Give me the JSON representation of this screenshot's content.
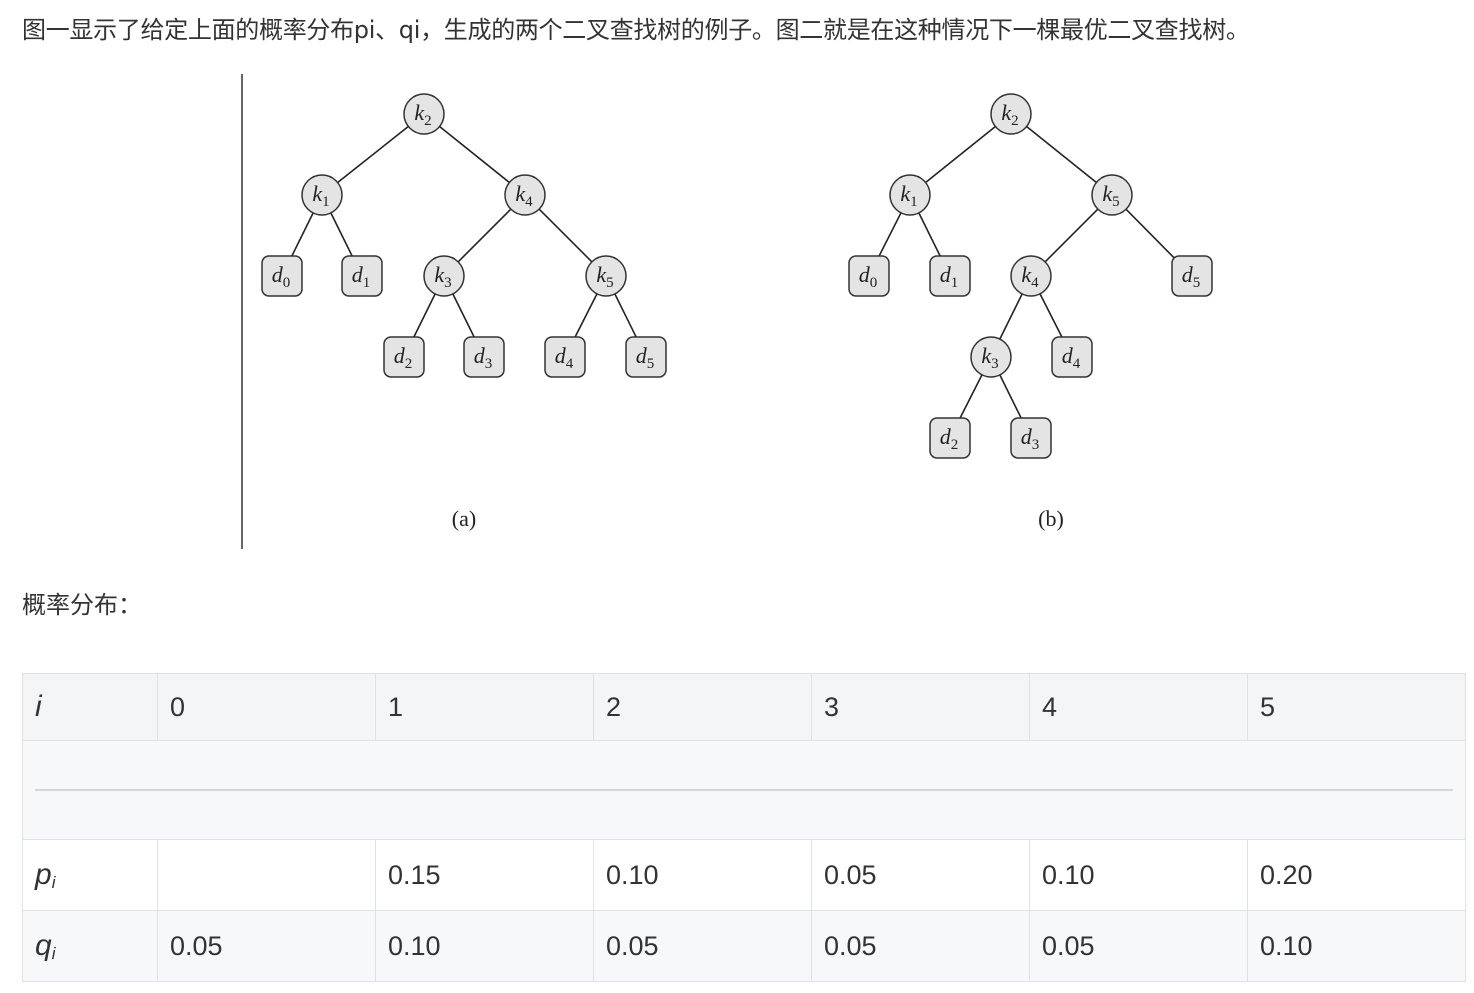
{
  "intro_text": "图一显示了给定上面的概率分布pi、qi，生成的两个二叉查找树的例子。图二就是在这种情况下一棵最优二叉查找树。",
  "figure": {
    "captions": [
      "(a)",
      "(b)"
    ],
    "tree_a": {
      "nodes": [
        {
          "id": "k2",
          "type": "key",
          "base": "k",
          "sub": "2"
        },
        {
          "id": "k1",
          "type": "key",
          "base": "k",
          "sub": "1"
        },
        {
          "id": "k4",
          "type": "key",
          "base": "k",
          "sub": "4"
        },
        {
          "id": "d0",
          "type": "dummy",
          "base": "d",
          "sub": "0"
        },
        {
          "id": "d1",
          "type": "dummy",
          "base": "d",
          "sub": "1"
        },
        {
          "id": "k3",
          "type": "key",
          "base": "k",
          "sub": "3"
        },
        {
          "id": "k5",
          "type": "key",
          "base": "k",
          "sub": "5"
        },
        {
          "id": "d2",
          "type": "dummy",
          "base": "d",
          "sub": "2"
        },
        {
          "id": "d3",
          "type": "dummy",
          "base": "d",
          "sub": "3"
        },
        {
          "id": "d4",
          "type": "dummy",
          "base": "d",
          "sub": "4"
        },
        {
          "id": "d5",
          "type": "dummy",
          "base": "d",
          "sub": "5"
        }
      ],
      "edges": [
        [
          "k2",
          "k1"
        ],
        [
          "k2",
          "k4"
        ],
        [
          "k1",
          "d0"
        ],
        [
          "k1",
          "d1"
        ],
        [
          "k4",
          "k3"
        ],
        [
          "k4",
          "k5"
        ],
        [
          "k3",
          "d2"
        ],
        [
          "k3",
          "d3"
        ],
        [
          "k5",
          "d4"
        ],
        [
          "k5",
          "d5"
        ]
      ]
    },
    "tree_b": {
      "nodes": [
        {
          "id": "k2",
          "type": "key",
          "base": "k",
          "sub": "2"
        },
        {
          "id": "k1",
          "type": "key",
          "base": "k",
          "sub": "1"
        },
        {
          "id": "k5",
          "type": "key",
          "base": "k",
          "sub": "5"
        },
        {
          "id": "d0",
          "type": "dummy",
          "base": "d",
          "sub": "0"
        },
        {
          "id": "d1",
          "type": "dummy",
          "base": "d",
          "sub": "1"
        },
        {
          "id": "k4",
          "type": "key",
          "base": "k",
          "sub": "4"
        },
        {
          "id": "d5",
          "type": "dummy",
          "base": "d",
          "sub": "5"
        },
        {
          "id": "k3",
          "type": "key",
          "base": "k",
          "sub": "3"
        },
        {
          "id": "d4",
          "type": "dummy",
          "base": "d",
          "sub": "4"
        },
        {
          "id": "d2",
          "type": "dummy",
          "base": "d",
          "sub": "2"
        },
        {
          "id": "d3",
          "type": "dummy",
          "base": "d",
          "sub": "3"
        }
      ],
      "edges": [
        [
          "k2",
          "k1"
        ],
        [
          "k2",
          "k5"
        ],
        [
          "k1",
          "d0"
        ],
        [
          "k1",
          "d1"
        ],
        [
          "k5",
          "k4"
        ],
        [
          "k5",
          "d5"
        ],
        [
          "k4",
          "k3"
        ],
        [
          "k4",
          "d4"
        ],
        [
          "k3",
          "d2"
        ],
        [
          "k3",
          "d3"
        ]
      ]
    }
  },
  "section_label": "概率分布：",
  "table": {
    "header": {
      "label_base": "i",
      "cols": [
        "0",
        "1",
        "2",
        "3",
        "4",
        "5"
      ]
    },
    "p_row": {
      "label_base": "p",
      "label_sub": "i",
      "cells": [
        "",
        "0.15",
        "0.10",
        "0.05",
        "0.10",
        "0.20"
      ]
    },
    "q_row": {
      "label_base": "q",
      "label_sub": "i",
      "cells": [
        "0.05",
        "0.10",
        "0.05",
        "0.05",
        "0.05",
        "0.10"
      ]
    }
  },
  "colors": {
    "node_fill": "#e4e4e4",
    "node_stroke": "#333333",
    "edge": "#222222",
    "text": "#333333",
    "table_border": "#dfe2e5"
  }
}
